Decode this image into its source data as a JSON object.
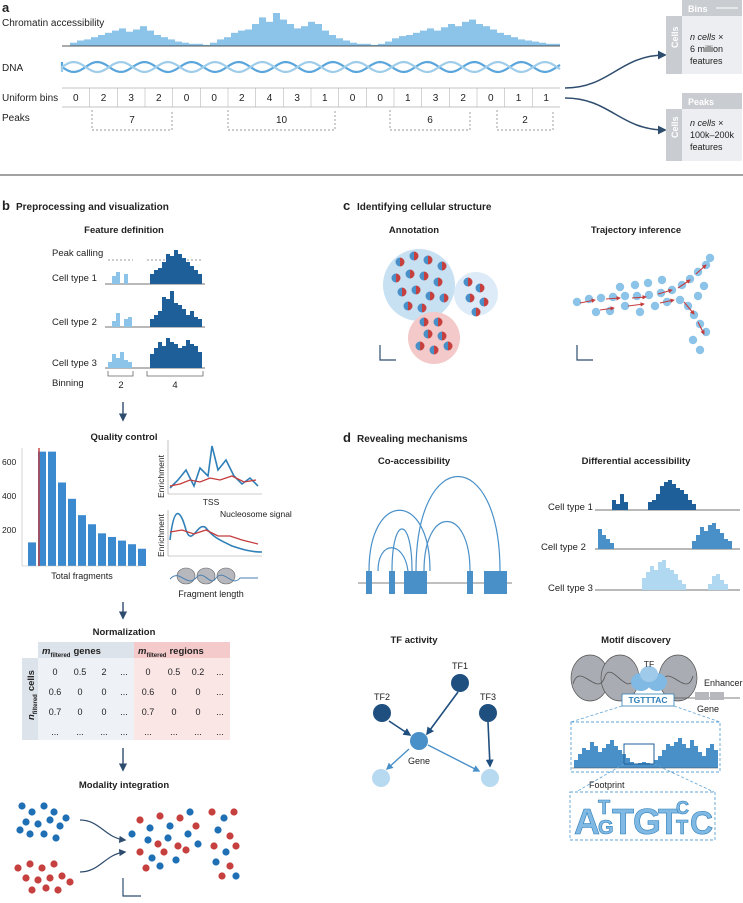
{
  "panel_a": {
    "letter": "a",
    "chromatin_label": "Chromatin accessibility",
    "dna_label": "DNA",
    "bins_label": "Uniform bins",
    "peaks_label": "Peaks",
    "bin_values": [
      "0",
      "2",
      "3",
      "2",
      "0",
      "0",
      "2",
      "4",
      "3",
      "1",
      "0",
      "0",
      "1",
      "3",
      "2",
      "0",
      "1",
      "1"
    ],
    "peak_values": [
      "7",
      "10",
      "6",
      "2"
    ],
    "matrix_bins": {
      "header": "Bins",
      "side": "Cells",
      "line1": "n cells ×",
      "line2": "6 million",
      "line3": "features"
    },
    "matrix_peaks": {
      "header": "Peaks",
      "side": "Cells",
      "line1": "n cells ×",
      "line2": "100k–200k",
      "line3": "features"
    }
  },
  "panel_b": {
    "letter": "b",
    "title": "Preprocessing and visualization",
    "feature_definition": "Feature definition",
    "peak_calling": "Peak calling",
    "cell_types": [
      "Cell type 1",
      "Cell type 2",
      "Cell type 3"
    ],
    "binning": "Binning",
    "binning_values": [
      "2",
      "4"
    ],
    "quality_control": "Quality control",
    "histogram_yticks": [
      "600",
      "400",
      "200"
    ],
    "total_fragments": "Total fragments",
    "enrichment": "Enrichment",
    "tss": "TSS",
    "nucleosome_signal": "Nucleosome signal",
    "fragment_length": "Fragment length",
    "normalization": "Normalization",
    "m_symbol": "m",
    "n_symbol": "n",
    "filtered_sub": "filtered",
    "genes_label": "genes",
    "regions_label": "regions",
    "cells_label": "cells",
    "matrix_rows": [
      [
        "0",
        "0.5",
        "2",
        "..."
      ],
      [
        "0.6",
        "0",
        "0",
        "..."
      ],
      [
        "0.7",
        "0",
        "0",
        "..."
      ],
      [
        "...",
        "...",
        "...",
        "..."
      ]
    ],
    "matrix_rows_right": [
      [
        "0",
        "0.5",
        "0.2",
        "..."
      ],
      [
        "0.6",
        "0",
        "0",
        "..."
      ],
      [
        "0.7",
        "0",
        "0",
        "..."
      ],
      [
        "...",
        "...",
        "...",
        "..."
      ]
    ],
    "modality_integration": "Modality integration"
  },
  "panel_c": {
    "letter": "c",
    "title": "Identifying cellular structure",
    "annotation": "Annotation",
    "trajectory": "Trajectory inference"
  },
  "panel_d": {
    "letter": "d",
    "title": "Revealing mechanisms",
    "coaccessibility": "Co-accessibility",
    "differential": "Differential accessibility",
    "cell_types": [
      "Cell type 1",
      "Cell type 2",
      "Cell type 3"
    ],
    "tf_activity": "TF activity",
    "tf_nodes": [
      "TF1",
      "TF2",
      "TF3"
    ],
    "gene": "Gene",
    "motif_discovery": "Motif discovery",
    "tf_label": "TF",
    "motif_seq": "TGTTTAC",
    "enhancer": "Enhancer",
    "gene_label": "Gene",
    "footprint": "Footprint"
  },
  "colors": {
    "light_blue": "#8cc3e8",
    "mid_blue": "#4a90c8",
    "dark_blue": "#1f5f99",
    "navy": "#1f4f7f",
    "red": "#d14a4a",
    "pale_red": "#f3c4c4",
    "pale_blue": "#cfe5f5",
    "gray": "#9a9a9a"
  }
}
